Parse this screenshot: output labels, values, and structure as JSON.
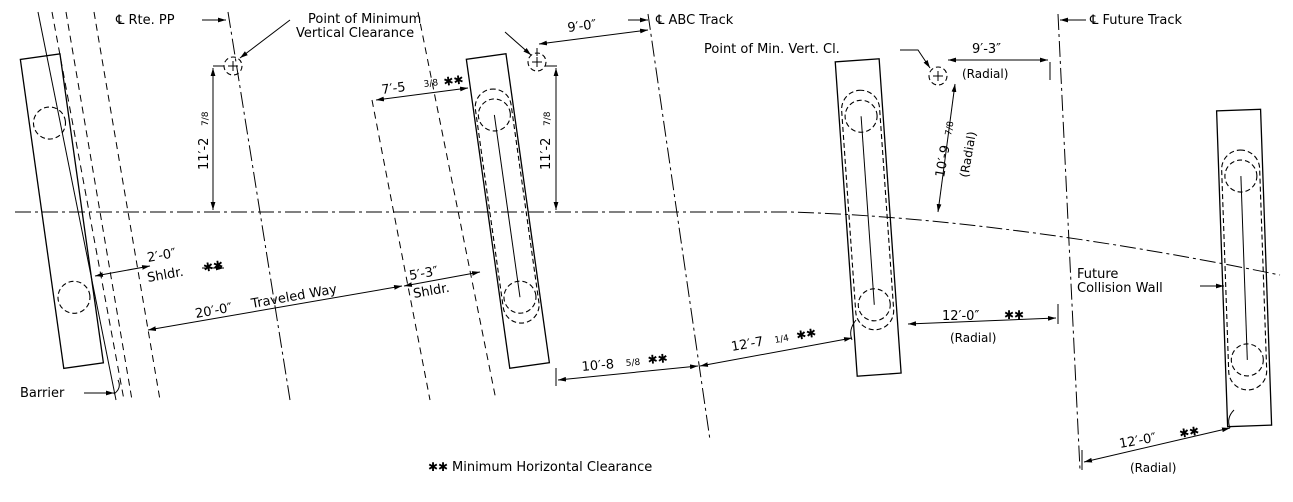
{
  "labels": {
    "cl_rte_pp": "℄ Rte. PP",
    "point_min_vert_1": "Point of Minimum",
    "point_min_vert_2": "Vertical Clearance",
    "cl_abc_track": "℄ ABC Track",
    "cl_future_track": "℄ Future Track",
    "point_min_vert_cl": "Point of Min. Vert. Cl.",
    "future_collision_wall_1": "Future",
    "future_collision_wall_2": "Collision Wall",
    "barrier": "Barrier",
    "shldr": "Shldr.",
    "traveled_way": "Traveled Way",
    "radial": "(Radial)",
    "legend_mark": "✱✱",
    "legend_text": "Minimum Horizontal Clearance"
  },
  "dimensions": {
    "d_9_0": "9′-0″",
    "d_9_3": "9′-3″",
    "d_7_5": "7′-5",
    "d_7_5_frac": "3/8",
    "d_11_2_a": "11′-2",
    "d_11_2_b": "11′-2",
    "d_frac_7_8": "7/8",
    "d_10_9": "10′-9",
    "d_2_0": "2′-0″",
    "d_20_0": "20′-0″",
    "d_5_3": "5′-3″",
    "d_10_8": "10′-8",
    "d_10_8_frac": "5/8",
    "d_12_7": "12′-7",
    "d_12_7_frac": "1/4",
    "d_12_0_a": "12′-0″",
    "d_12_0_b": "12′-0″",
    "inch": "″",
    "star": "✱✱"
  }
}
